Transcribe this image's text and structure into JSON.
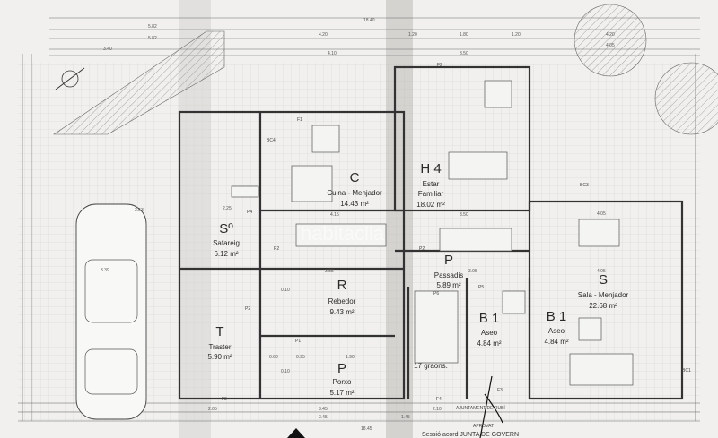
{
  "rooms": [
    {
      "letter": "C",
      "name": "Cuina - Menjador",
      "area": "14.43 m²"
    },
    {
      "letter": "H 4",
      "name1": "Estar",
      "name2": "Familiar",
      "area": "18.02 m²"
    },
    {
      "letter": "Sº",
      "name": "Safareig",
      "area": "6.12 m²"
    },
    {
      "letter": "R",
      "name": "Rebedor",
      "area": "9.43 m²"
    },
    {
      "letter": "P",
      "name": "Passadis",
      "area": "5.89 m²"
    },
    {
      "letter": "S",
      "name": "Sala - Menjador",
      "area": "22.68 m²"
    },
    {
      "letter": "T",
      "name": "Traster",
      "area": "5.90 m²"
    },
    {
      "letter": "P",
      "name": "Porxo",
      "area": "5.17 m²"
    },
    {
      "letter": "B 1",
      "name": "Aseo",
      "area": "4.84 m²"
    },
    {
      "letter": "B 1",
      "name": "Aseo",
      "area": "4.84 m²"
    }
  ],
  "stairs": {
    "label": "17 graons."
  },
  "dimensions": {
    "top_total": "18.40",
    "top_a": "5.82",
    "top_b": "5.82",
    "top_c": "3.40",
    "top_d": "4.20",
    "top_e": "4.10",
    "top_f": "1.20",
    "top_g": "1.80",
    "top_h": "1.20",
    "top_i": "3.50",
    "top_j": "4.20",
    "top_k": "4.05",
    "row1_a": "2.25",
    "row1_b": "4.15",
    "row1_c": "3.50",
    "row1_d": "4.05",
    "row2_a": "3.39",
    "row2_b": "3.85",
    "row2_c": "3.95",
    "row2_d": "4.05",
    "car_w": "3.53",
    "bot_a": "2.05",
    "bot_b": "3.45",
    "bot_c": "2.10",
    "bot_d": "3.45",
    "bot_e": "1.45",
    "bot_total": "18.45",
    "lvl_a": "0.10",
    "lvl_b": "0.10",
    "porxo_a": "0.60",
    "porxo_b": "0.95",
    "porxo_c": "1.90"
  },
  "tags": [
    "F1",
    "F2",
    "F3",
    "F3",
    "F4",
    "P1",
    "P2",
    "P2",
    "P2",
    "P4",
    "P5",
    "P6",
    "BC1",
    "BC3",
    "BC4"
  ],
  "stamp": {
    "line1": "AJUNTAMENT DE RUBÍ",
    "line2": "APROVAT",
    "line3": "Sessió acord JUNTA DE GOVERN"
  },
  "watermark": "habitaclia"
}
